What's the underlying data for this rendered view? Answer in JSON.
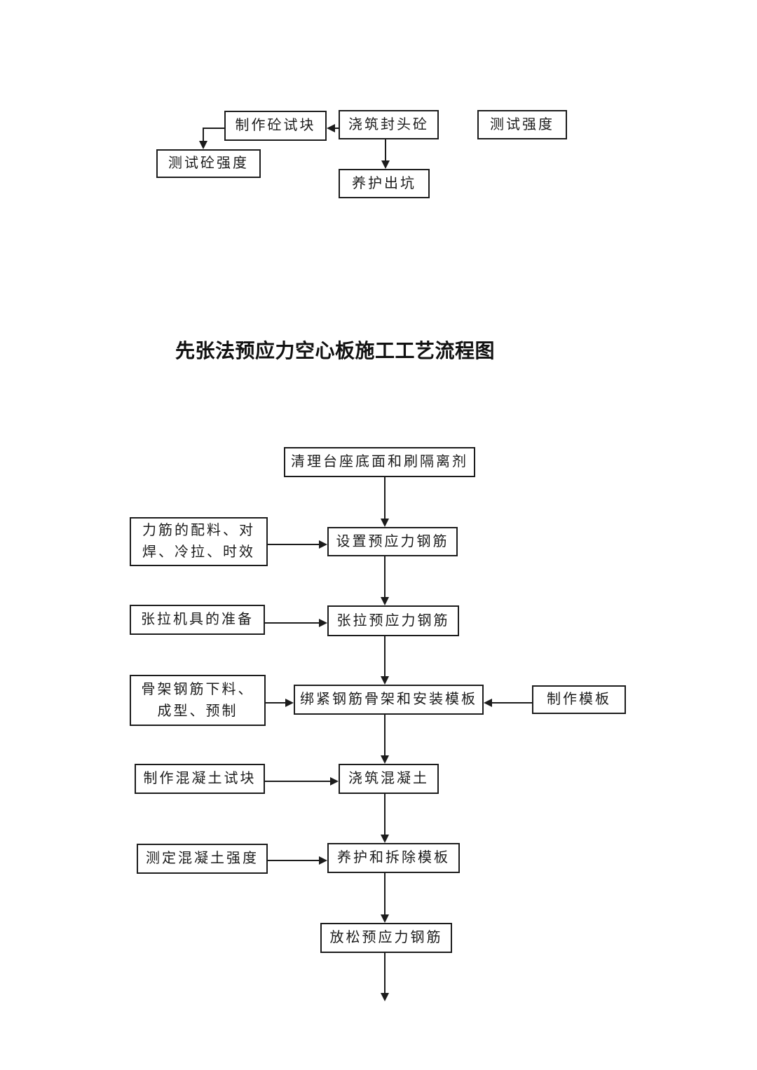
{
  "title": {
    "text": "先张法预应力空心板施工工艺流程图"
  },
  "top_chart": {
    "nodes": {
      "make_concrete_cube": {
        "label": "制作砼试块"
      },
      "pour_sealing_concrete": {
        "label": "浇筑封头砼"
      },
      "test_strength": {
        "label": "测试强度"
      },
      "test_concrete_strength": {
        "label": "测试砼强度"
      },
      "cure_and_exit_pit": {
        "label": "养护出坑"
      }
    }
  },
  "main_chart": {
    "nodes": {
      "clean_base": {
        "label": "清理台座底面和刷隔离剂"
      },
      "tendon_prep": {
        "label": "力筋的配料、对\n焊、冷拉、时效"
      },
      "set_tendons": {
        "label": "设置预应力钢筋"
      },
      "tension_rig_prep": {
        "label": "张拉机具的准备"
      },
      "tension_tendons": {
        "label": "张拉预应力钢筋"
      },
      "cage_rebar_prep": {
        "label": "骨架钢筋下料、\n成型、预制"
      },
      "tie_cage_install_forms": {
        "label": "绑紧钢筋骨架和安装模板"
      },
      "make_forms": {
        "label": "制作模板"
      },
      "make_concrete_test_cube": {
        "label": "制作混凝土试块"
      },
      "pour_concrete": {
        "label": "浇筑混凝土"
      },
      "measure_concrete_strength": {
        "label": "测定混凝土强度"
      },
      "cure_and_strip_forms": {
        "label": "养护和拆除模板"
      },
      "release_tendons": {
        "label": "放松预应力钢筋"
      }
    }
  },
  "colors": {
    "ink": "#1c1c1c",
    "paper": "#ffffff"
  }
}
